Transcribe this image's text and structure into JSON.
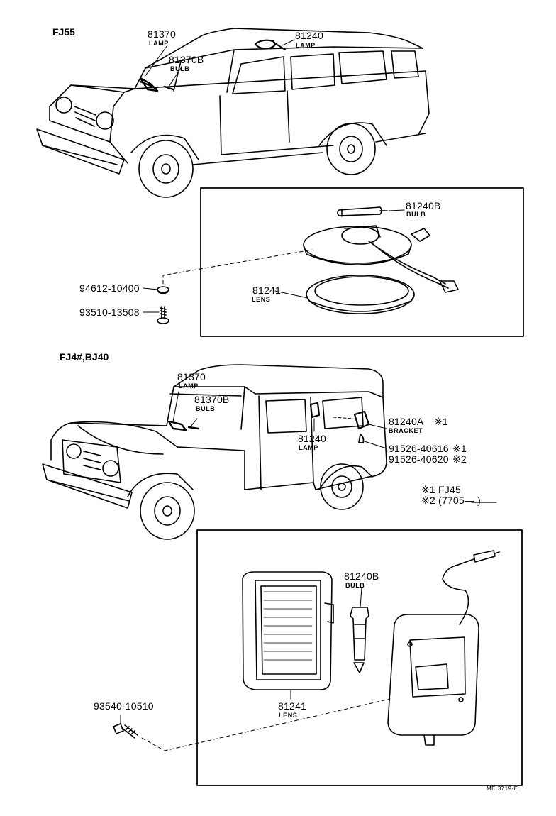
{
  "sections": {
    "top": {
      "title": "FJ55",
      "parts": {
        "lamp_front": {
          "number": "81370",
          "caption": "LAMP"
        },
        "bulb_front": {
          "number": "81370B",
          "caption": "BULB"
        },
        "lamp_roof": {
          "number": "81240",
          "caption": "LAMP"
        },
        "bulb_dome": {
          "number": "81240B",
          "caption": "BULB"
        },
        "lens": {
          "number": "81241",
          "caption": "LENS"
        },
        "washer": {
          "number": "94612-10400"
        },
        "screw": {
          "number": "93510-13508"
        }
      }
    },
    "bottom": {
      "title": "FJ4#,BJ40",
      "parts": {
        "lamp_front": {
          "number": "81370",
          "caption": "LAMP"
        },
        "bulb_front": {
          "number": "81370B",
          "caption": "BULB"
        },
        "lamp_side": {
          "number": "81240",
          "caption": "LAMP"
        },
        "bracket": {
          "number": "81240A",
          "mark": "※1",
          "caption": "BRACKET"
        },
        "screw_a": {
          "number": "91526-40616",
          "mark": "※1"
        },
        "screw_b": {
          "number": "91526-40620",
          "mark": "※2"
        },
        "bulb_box": {
          "number": "81240B",
          "caption": "BULB"
        },
        "lens_box": {
          "number": "81241",
          "caption": "LENS"
        },
        "screw_box": {
          "number": "93540-10510"
        }
      },
      "notes": {
        "note1": "※1 FJ45",
        "note2": "※2 (7705—      )"
      }
    }
  },
  "footer": {
    "code": "ME 3719-E"
  }
}
